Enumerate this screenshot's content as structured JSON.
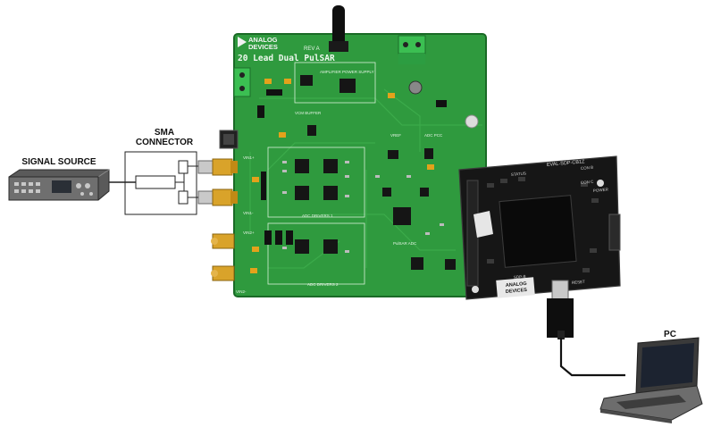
{
  "labels": {
    "signal_source": "SIGNAL SOURCE",
    "sma_line1": "SMA",
    "sma_line2": "CONNECTOR",
    "pc": "PC"
  },
  "board": {
    "brand_line1": "ANALOG",
    "brand_line2": "DEVICES",
    "title": "20 Lead Dual PulSAR",
    "rev": "REV A",
    "sections": [
      "AMPLIFIER POWER SUPPLY",
      "VCM BUFFER",
      "VREF",
      "ADC PCC",
      "ADC DRIVERS 1",
      "ADC DRIVERS 2",
      "PulSAR ADC"
    ],
    "inputs": [
      "VIN1+",
      "VIN1-",
      "VIN2+",
      "VIN2-"
    ]
  },
  "controller": {
    "name": "EVAL-SDP-CB1Z",
    "brand_line1": "ANALOG",
    "brand_line2": "DEVICES",
    "labels": [
      "STATUS",
      "POWER",
      "CON B",
      "CON C",
      "RESET",
      "SDP-B"
    ]
  },
  "colors": {
    "pcb_green": "#2f9a3e",
    "pcb_dark": "#1f7a2c",
    "controller_black": "#161616",
    "wire": "#111111"
  }
}
